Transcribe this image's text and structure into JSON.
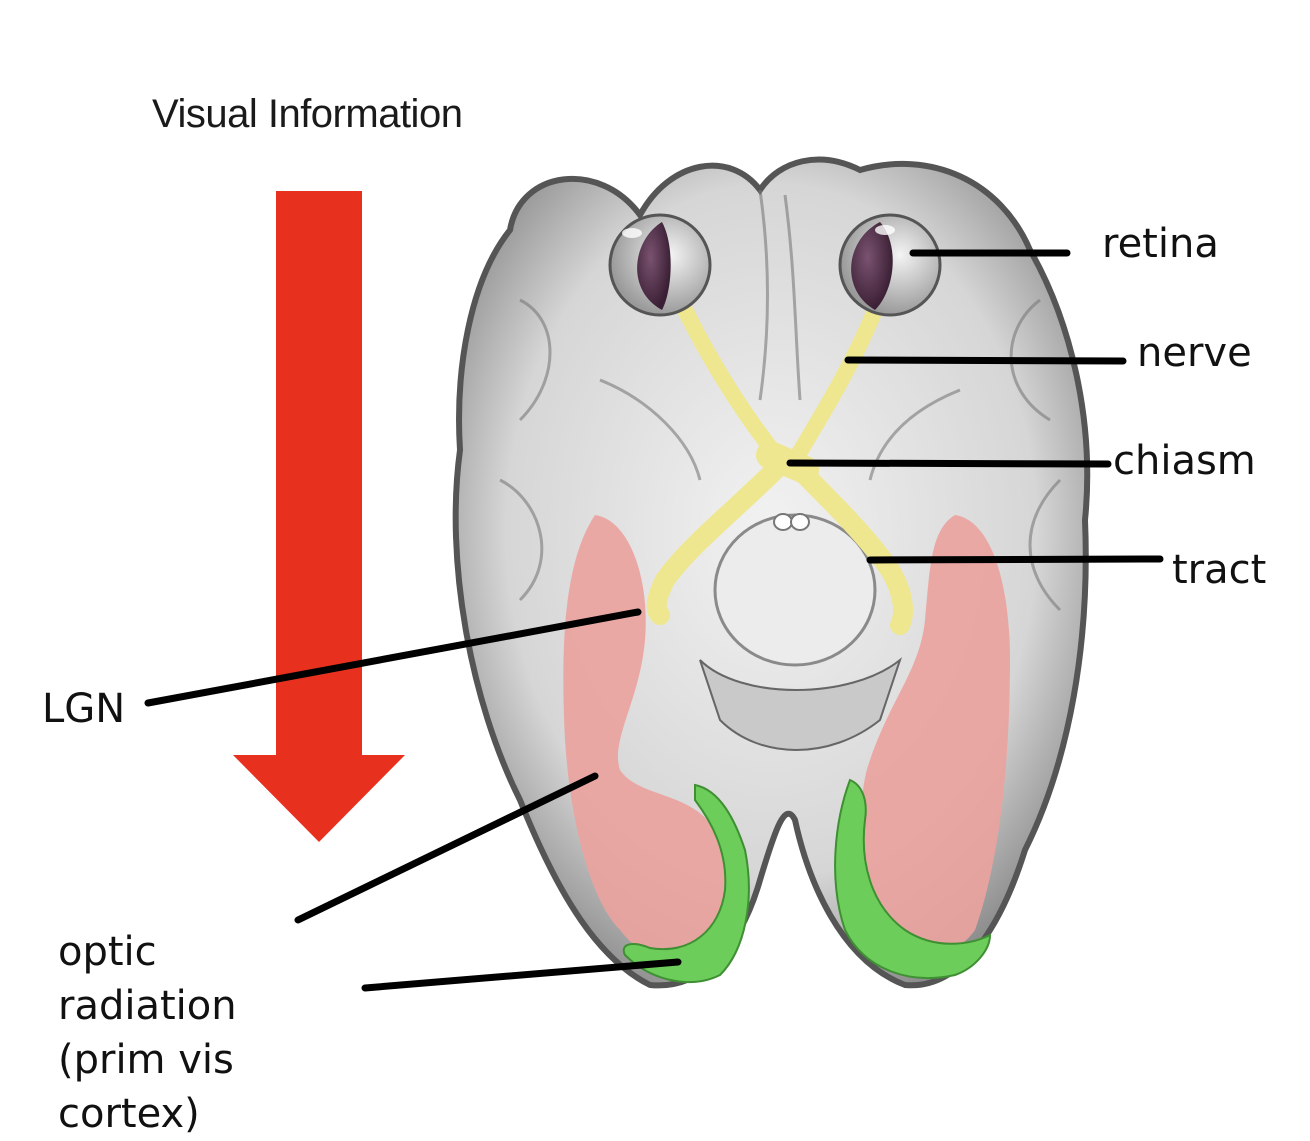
{
  "title": "Visual Information",
  "labels": {
    "retina": "retina",
    "nerve": "nerve",
    "chiasm": "chiasm",
    "tract": "tract",
    "lgn": "LGN",
    "optic_radiation": "optic radiation (prim vis cortex)",
    "optic_radiation_lines": [
      "optic",
      "radiation",
      "(prim vis",
      "cortex)"
    ]
  },
  "colors": {
    "arrow": "#e8301f",
    "optic_pathway": "#efe78f",
    "optic_radiation": "#eaa3a0",
    "visual_cortex": "#6ccd5a",
    "eyeball": "#5a3550",
    "brain": "#d8d8d8",
    "leader_line": "#000000"
  }
}
